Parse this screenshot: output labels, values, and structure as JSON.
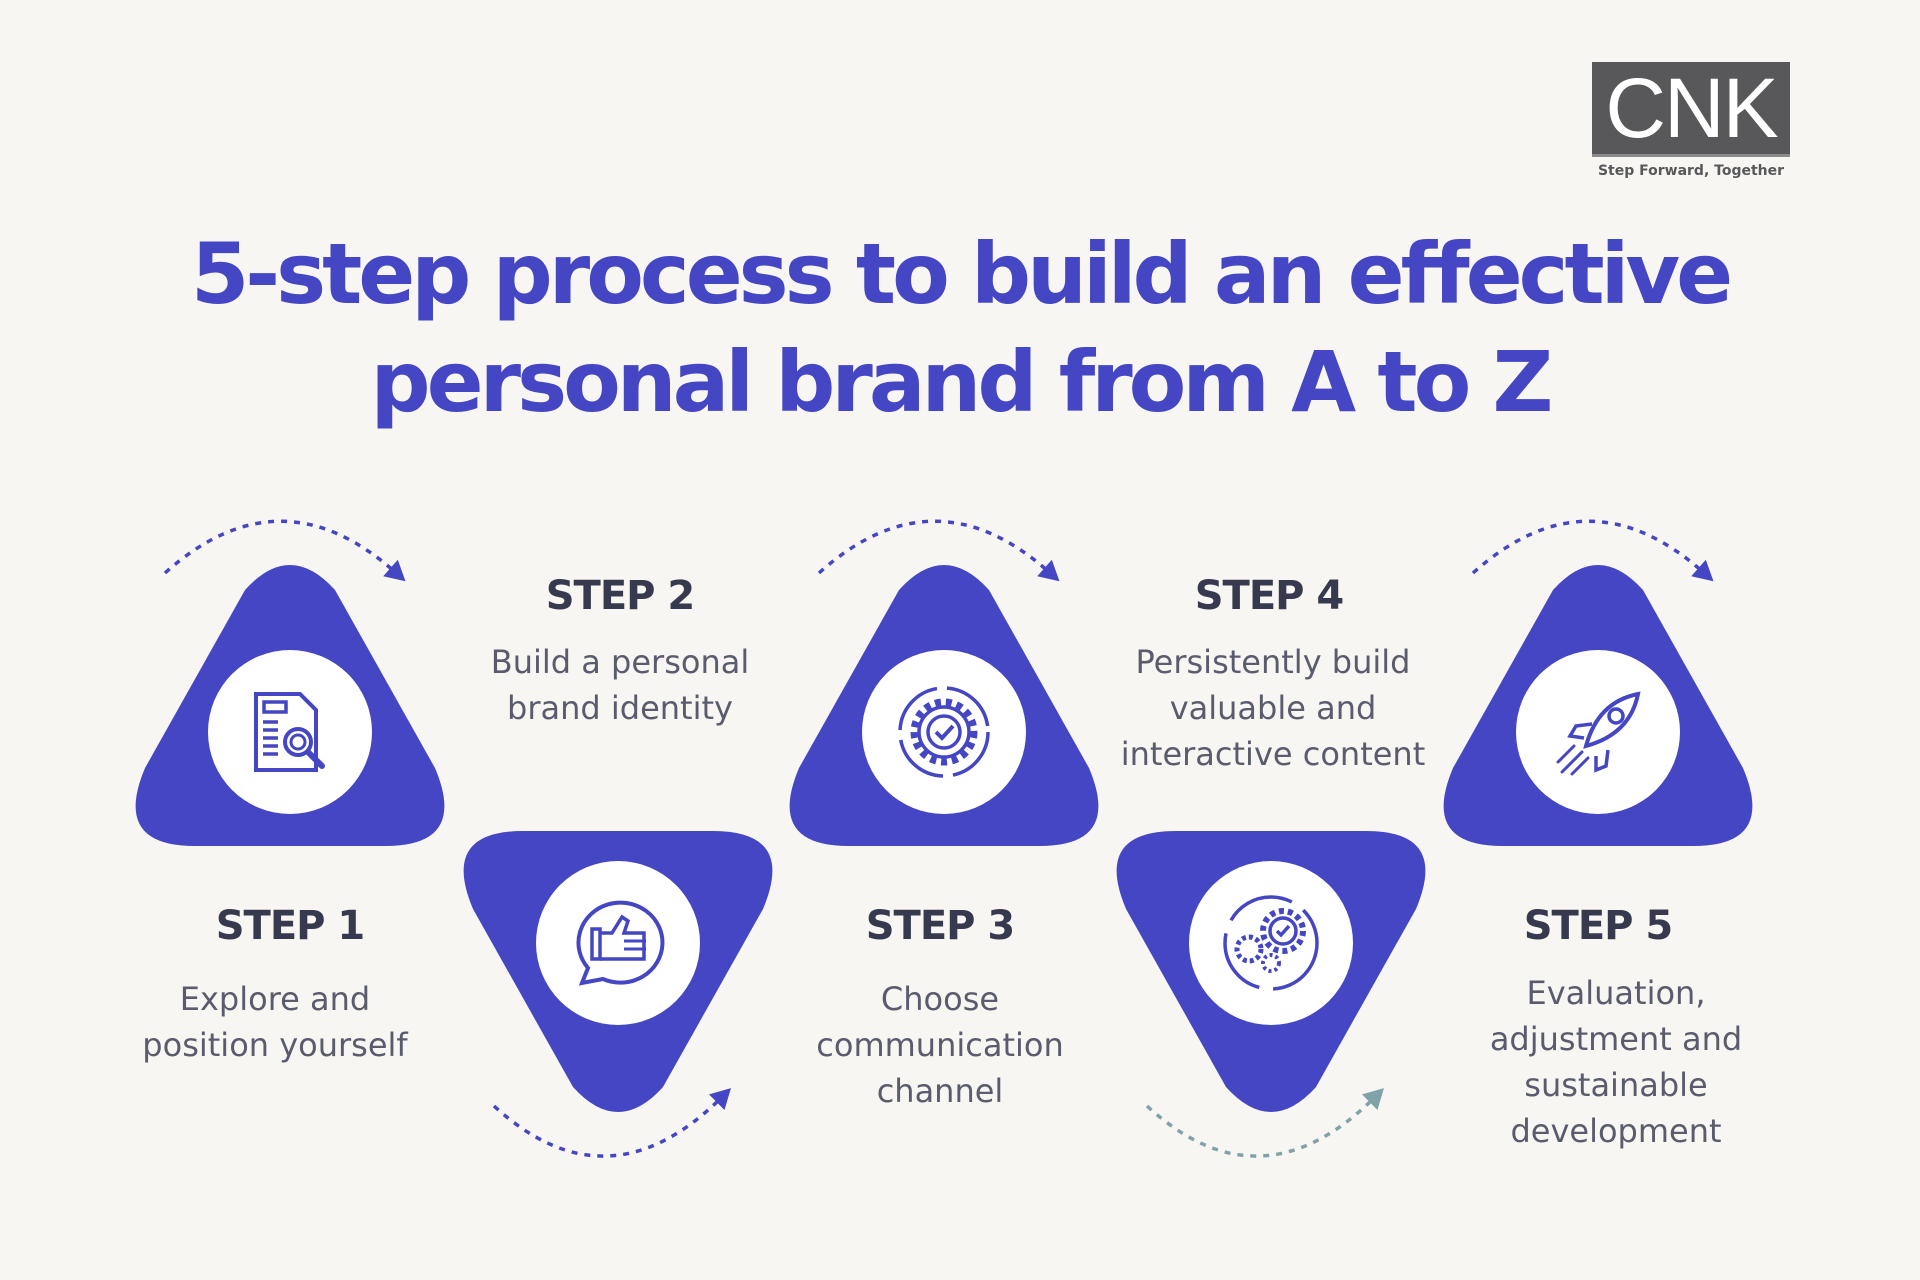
{
  "logo": {
    "text": "CNK",
    "tagline": "Step Forward, Together"
  },
  "title": {
    "line1": "5-step process to build an effective",
    "line2": "personal brand from A to Z"
  },
  "steps": [
    {
      "label": "STEP 1",
      "lines": [
        "Explore and",
        "position yourself"
      ],
      "icon": "document-search-icon"
    },
    {
      "label": "STEP 2",
      "lines": [
        "Build a personal",
        "brand identity"
      ],
      "icon": "thumbs-up-chat-icon"
    },
    {
      "label": "STEP 3",
      "lines": [
        "Choose",
        "communication",
        "channel"
      ],
      "icon": "gear-cycle-check-icon"
    },
    {
      "label": "STEP 4",
      "lines": [
        "Persistently build",
        "valuable and",
        "interactive content"
      ],
      "icon": "gears-check-icon"
    },
    {
      "label": "STEP 5",
      "lines": [
        "Evaluation,",
        "adjustment and",
        "sustainable",
        "development"
      ],
      "icon": "rocket-icon"
    }
  ],
  "colors": {
    "accent": "#4446c4",
    "heading": "#373a4e",
    "body": "#5a5c6e",
    "background": "#f8f6f2",
    "arrow_alt": "#7fa3a8"
  }
}
